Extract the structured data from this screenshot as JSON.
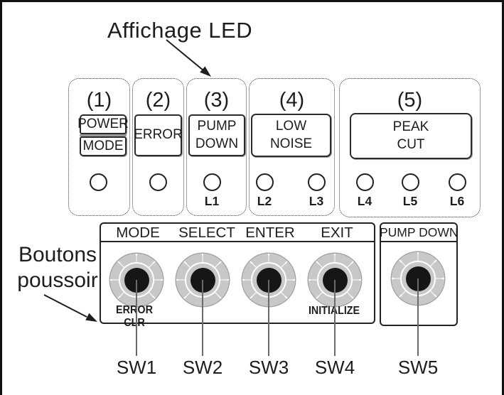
{
  "diagram": {
    "led_section_title": "Affichage LED",
    "buttons_title_line1": "Boutons",
    "buttons_title_line2": "poussoir"
  },
  "led_groups": [
    {
      "number": "(1)",
      "line1": "POWER",
      "line2": "MODE"
    },
    {
      "number": "(2)",
      "line1": "ERROR"
    },
    {
      "number": "(3)",
      "line1": "PUMP",
      "line2": "DOWN"
    },
    {
      "number": "(4)",
      "line1": "LOW",
      "line2": "NOISE"
    },
    {
      "number": "(5)",
      "line1": "PEAK",
      "line2": "CUT"
    }
  ],
  "led_labels": [
    "L1",
    "L2",
    "L3",
    "L4",
    "L5",
    "L6"
  ],
  "button_panel": {
    "headers": [
      "MODE",
      "SELECT",
      "ENTER",
      "EXIT"
    ],
    "pump_header": "PUMP DOWN",
    "bottom_left_label": "ERROR CLR",
    "bottom_right_label": "INITIALIZE",
    "switch_labels": [
      "SW1",
      "SW2",
      "SW3",
      "SW4",
      "SW5"
    ]
  },
  "colors": {
    "ink": "#1d1d1d",
    "knob_gray": "#c7c8ca",
    "divider_gray": "#999999"
  }
}
